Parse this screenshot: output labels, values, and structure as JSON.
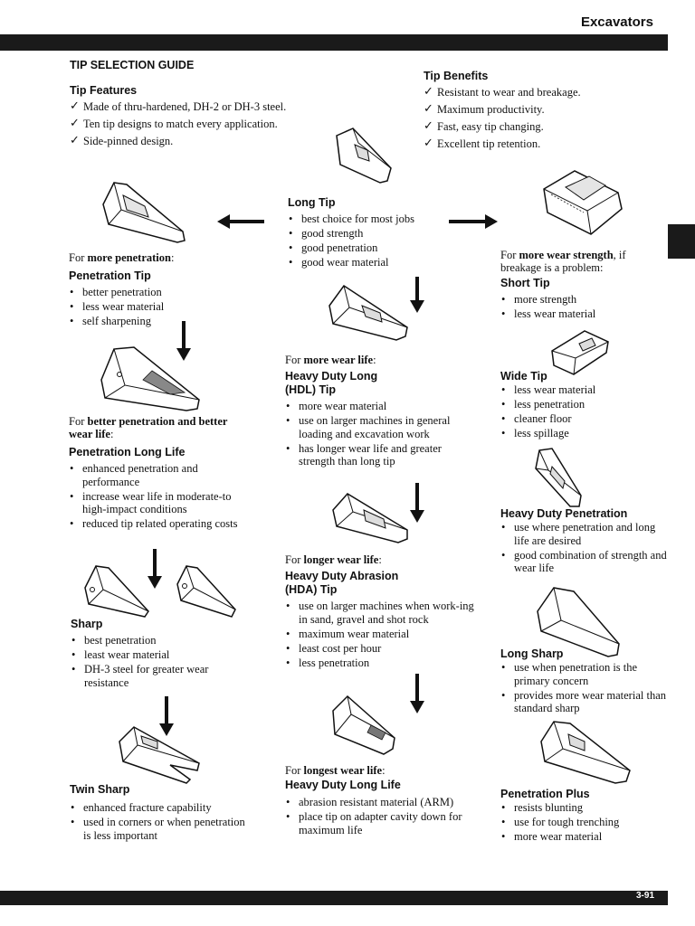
{
  "header": {
    "title": "Excavators"
  },
  "footer": {
    "page_number": "3-91"
  },
  "guide_title": "TIP SELECTION GUIDE",
  "features": {
    "heading": "Tip Features",
    "items": [
      "Made of thru-hardened, DH-2 or DH-3 steel.",
      "Ten tip designs to match every application.",
      "Side-pinned design."
    ]
  },
  "benefits": {
    "heading": "Tip Benefits",
    "items": [
      "Resistant to wear and breakage.",
      "Maximum productivity.",
      "Fast, easy tip changing.",
      "Excellent tip retention."
    ]
  },
  "long_tip": {
    "name": "Long Tip",
    "items": [
      "best choice for most jobs",
      "good strength",
      "good penetration",
      "good wear material"
    ]
  },
  "penetration_tip": {
    "lead_pre": "For ",
    "lead_bold": "more penetration",
    "lead_post": ":",
    "name": "Penetration Tip",
    "items": [
      "better penetration",
      "less wear material",
      "self sharpening"
    ]
  },
  "short_tip": {
    "lead_pre": "For ",
    "lead_bold": "more wear strength",
    "lead_post": ", if breakage is a problem:",
    "name": "Short Tip",
    "items": [
      "more strength",
      "less wear material"
    ]
  },
  "hdl_tip": {
    "lead_pre": "For ",
    "lead_bold": "more wear life",
    "lead_post": ":",
    "name": "Heavy Duty Long (HDL) Tip",
    "items": [
      "more wear material",
      "use on larger machines in general loading and excavation work",
      "has longer wear life and greater strength than long tip"
    ]
  },
  "pll_tip": {
    "lead_pre": "For ",
    "lead_bold": "better penetration and better wear life",
    "lead_post": ":",
    "name": "Penetration Long Life",
    "items": [
      "enhanced penetration and performance",
      "increase wear life in moderate-to high-impact conditions",
      "reduced tip related operating costs"
    ]
  },
  "wide_tip": {
    "name": "Wide Tip",
    "items": [
      "less wear material",
      "less penetration",
      "cleaner floor",
      "less spillage"
    ]
  },
  "hdp_tip": {
    "name": "Heavy Duty Penetration",
    "items": [
      "use where penetration and long life are desired",
      "good combination of strength and wear life"
    ]
  },
  "hda_tip": {
    "lead_pre": "For ",
    "lead_bold": "longer wear life",
    "lead_post": ":",
    "name": "Heavy Duty Abrasion (HDA) Tip",
    "items": [
      "use on larger machines when work-ing in sand, gravel and shot rock",
      "maximum wear material",
      "least cost per hour",
      "less penetration"
    ]
  },
  "sharp_tip": {
    "name": "Sharp",
    "items": [
      "best penetration",
      "least wear material",
      "DH-3 steel for greater wear resistance"
    ]
  },
  "long_sharp": {
    "name": "Long Sharp",
    "items": [
      "use when penetration is the primary concern",
      "provides more wear material than standard sharp"
    ]
  },
  "twin_sharp": {
    "name": "Twin Sharp",
    "items": [
      "enhanced fracture capability",
      "used in corners or when penetration is less important"
    ]
  },
  "hdll_tip": {
    "lead_pre": "For ",
    "lead_bold": "longest wear life",
    "lead_post": ":",
    "name": "Heavy Duty Long Life",
    "items": [
      "abrasion resistant material (ARM)",
      "place tip on adapter cavity down for maximum life"
    ]
  },
  "penetration_plus": {
    "name": "Penetration Plus",
    "items": [
      "resists blunting",
      "use for tough trenching",
      "more wear material"
    ]
  }
}
